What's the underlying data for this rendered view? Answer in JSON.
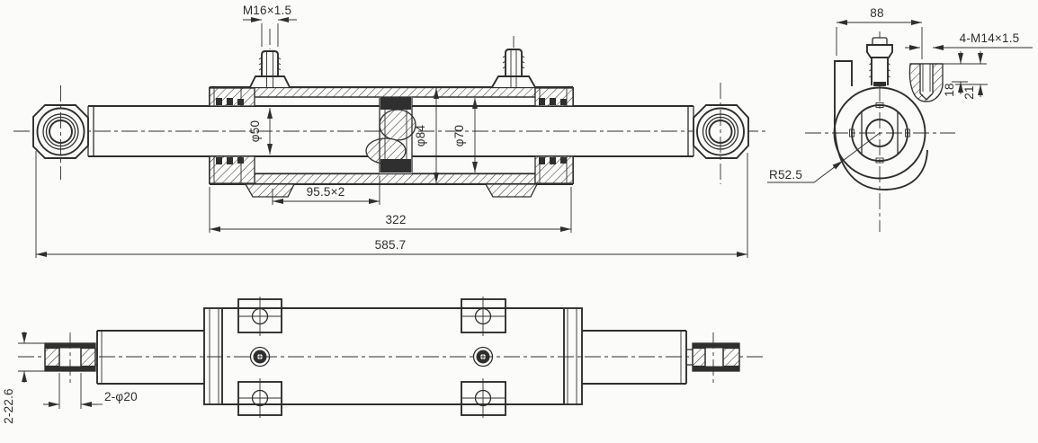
{
  "colors": {
    "background": "#fbfbfa",
    "line": "#2f2f2f"
  },
  "views": {
    "main_section": {
      "labels": {
        "port_thread": "M16×1.5",
        "rod_diameter": "φ50",
        "body_diameter": "φ84",
        "bore_diameter": "φ70",
        "port_to_piston": "95.5×2",
        "tube_length": "322",
        "overall_length": "585.7"
      }
    },
    "end_view": {
      "labels": {
        "mount_width": "88",
        "port_threads": "4-M14×1.5",
        "thread_depth": "18",
        "hole_depth": "21",
        "body_radius": "R52.5"
      }
    },
    "plan_view": {
      "labels": {
        "eye_bores": "2-φ20",
        "eye_width": "2-22.6"
      }
    }
  }
}
